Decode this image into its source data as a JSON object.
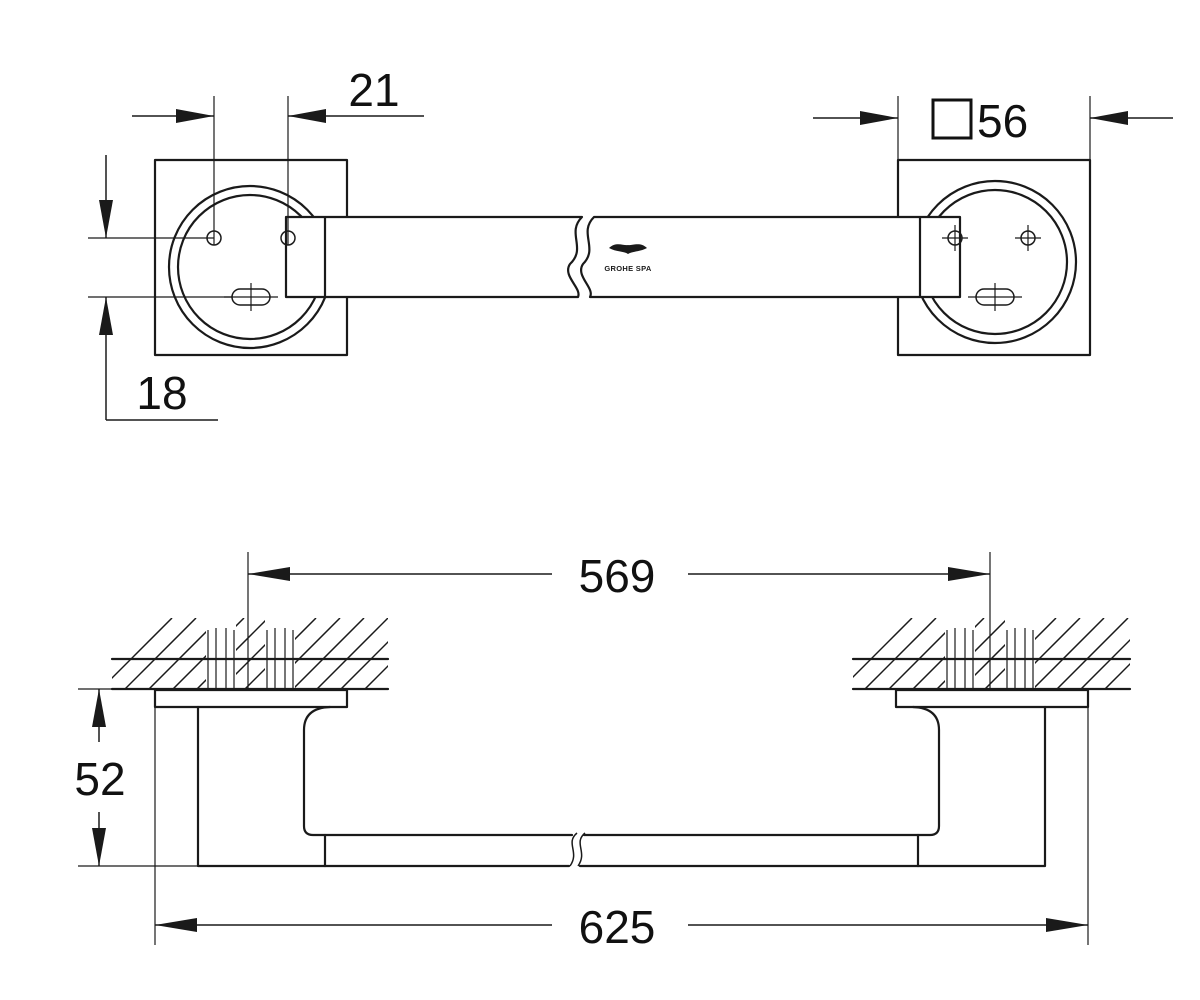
{
  "dimensions": {
    "mount_offset_horizontal": "21",
    "mount_offset_vertical": "18",
    "rosette_size": "56",
    "hole_spacing": "569",
    "projection": "52",
    "overall_length": "625"
  },
  "logo": {
    "text": "GROHE SPA"
  },
  "colors": {
    "line": "#1a1a1a",
    "background": "#ffffff"
  },
  "icons": {
    "square_symbol": "square-outline-icon",
    "logo_mark": "grohe-logo-icon"
  }
}
